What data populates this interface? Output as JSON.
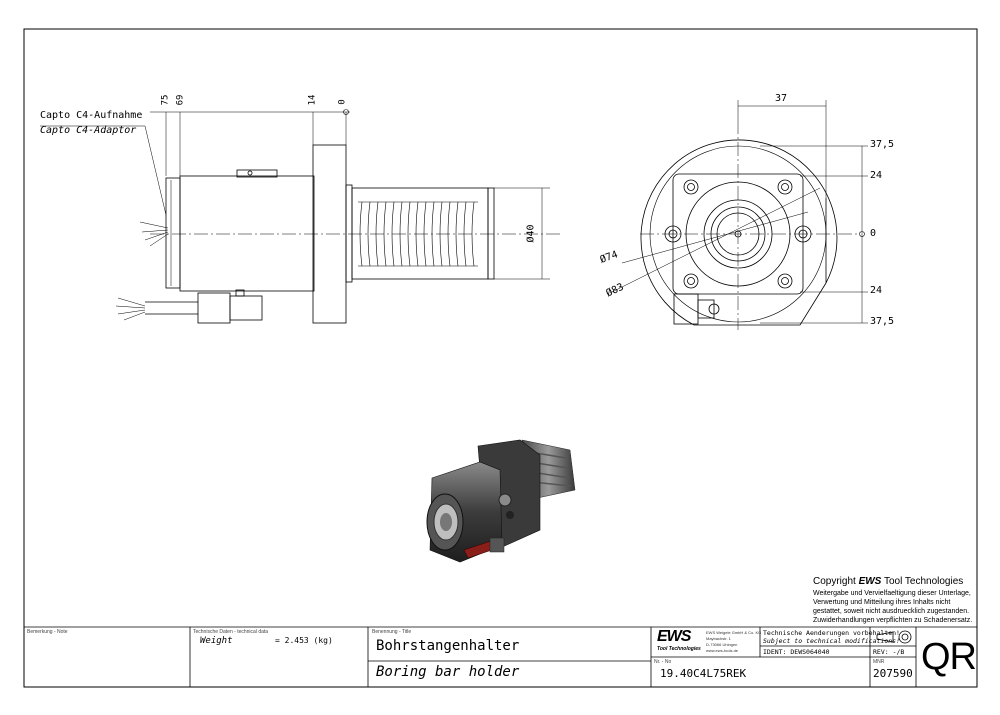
{
  "drawing": {
    "side_view": {
      "label_de": "Capto C4-Aufnahme",
      "label_en": "Capto C4-Adaptor",
      "dims": [
        "75",
        "69",
        "14",
        "0"
      ],
      "diameter": "Ø40"
    },
    "front_view": {
      "width": "37",
      "right_dims": [
        "37,5",
        "24",
        "0",
        "24",
        "37,5"
      ],
      "dia_small": "Ø74",
      "dia_large": "Ø83"
    }
  },
  "copyright": {
    "prefix": "Copyright ",
    "brand": "EWS",
    "suffix": " Tool Technologies",
    "lines": [
      "Weitergabe und Vervielfaeltigung dieser Unterlage,",
      "Verwertung und Mitteilung ihres Inhalts nicht",
      "gestattet, soweit nicht ausdruecklich zugestanden.",
      "Zuwiderhandlungen verpflichten zu Schadenersatz."
    ]
  },
  "title_block": {
    "remark_label": "Bemerkung - Note",
    "techdata_label": "Technische Daten - technical data",
    "weight_label": "Weight",
    "weight_value": "= 2.453 (kg)",
    "title_label": "Benennung - Title",
    "title_de": "Bohrstangenhalter",
    "title_en": "Boring bar holder",
    "logo": "EWS",
    "logo_sub": "Tool Technologies",
    "company_lines": [
      "EWS Weigele GmbH & Co. KG",
      "Maybachstr. 1",
      "D-73066 Uhingen",
      "www.ews-tools.de"
    ],
    "notice_de": "Technische Aenderungen vorbehalten!",
    "notice_en": "Subject to technical modifications!",
    "ident": "IDENT: DEWS064040",
    "rev": "REV:  -/B",
    "nr_label": "Nr. - No",
    "part_number": "19.40C4L75REK",
    "mnr_label": "MNR",
    "mnr": "207590",
    "qr": "QR"
  }
}
